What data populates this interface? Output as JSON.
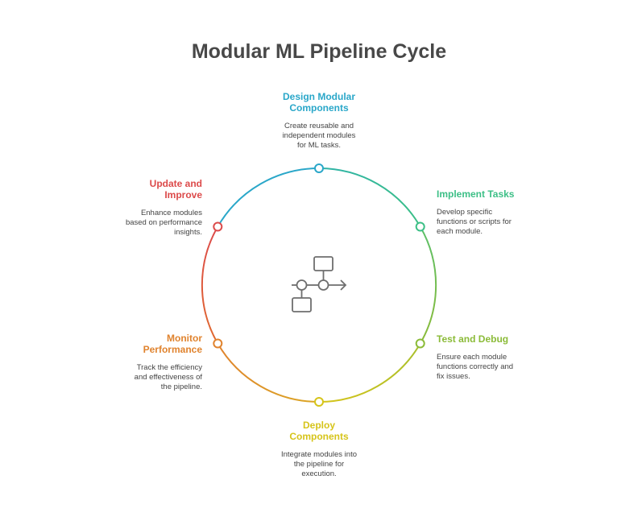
{
  "title": "Modular ML Pipeline Cycle",
  "icon": "modular-pipeline-icon",
  "steps": [
    {
      "heading_lines": [
        "Design Modular",
        "Components"
      ],
      "desc_lines": [
        "Create reusable and",
        "independent modules",
        "for ML tasks."
      ],
      "color": "#2aa7c9"
    },
    {
      "heading_lines": [
        "Implement Tasks"
      ],
      "desc_lines": [
        "Develop specific",
        "functions or scripts for",
        "each module."
      ],
      "color": "#3cbf86"
    },
    {
      "heading_lines": [
        "Test and Debug"
      ],
      "desc_lines": [
        "Ensure each module",
        "functions correctly and",
        "fix issues."
      ],
      "color": "#8bbb38"
    },
    {
      "heading_lines": [
        "Deploy",
        "Components"
      ],
      "desc_lines": [
        "Integrate modules into",
        "the pipeline for",
        "execution."
      ],
      "color": "#d6c41a"
    },
    {
      "heading_lines": [
        "Monitor",
        "Performance"
      ],
      "desc_lines": [
        "Track the efficiency",
        "and effectiveness of",
        "the pipeline."
      ],
      "color": "#e0832e"
    },
    {
      "heading_lines": [
        "Update and",
        "Improve"
      ],
      "desc_lines": [
        "Enhance modules",
        "based on performance",
        "insights."
      ],
      "color": "#dc4a4a"
    }
  ]
}
